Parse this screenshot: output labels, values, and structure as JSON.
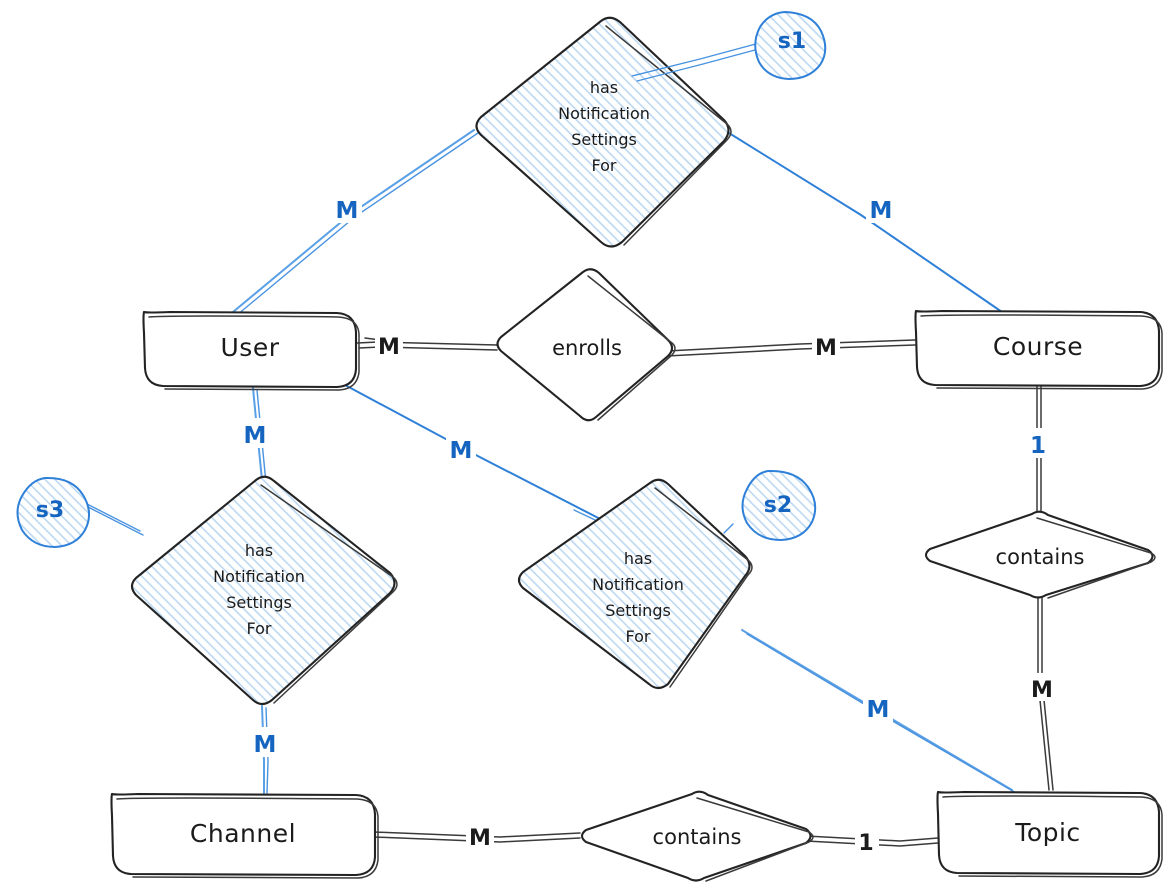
{
  "diagram": {
    "title": "ER Diagram",
    "background": "#ffffff",
    "colors": {
      "sketch_stroke": "#232323",
      "accent_blue": "#2f80d8",
      "light_blue": "#5aa0e6",
      "hatch_fill": "#bcd8f2",
      "note_text": "#1565c0",
      "entity_text": "#1b1b1b"
    }
  },
  "entities": [
    {
      "id": "user",
      "label": "User",
      "shape": "rounded-rectangle"
    },
    {
      "id": "course",
      "label": "Course",
      "shape": "rounded-rectangle"
    },
    {
      "id": "channel",
      "label": "Channel",
      "shape": "rounded-rectangle"
    },
    {
      "id": "topic",
      "label": "Topic",
      "shape": "rounded-rectangle"
    }
  ],
  "relationships": [
    {
      "id": "hns1",
      "label": "has\nNotification\nSettings\nFor",
      "lines": [
        "has",
        "Notification",
        "Settings",
        "For"
      ],
      "shape": "diamond",
      "style": "hatched",
      "note": "s1"
    },
    {
      "id": "enrolls",
      "label": "enrolls",
      "lines": [
        "enrolls"
      ],
      "shape": "diamond",
      "style": "plain",
      "note": null
    },
    {
      "id": "hns3",
      "label": "has\nNotification\nSettings\nFor",
      "lines": [
        "has",
        "Notification",
        "Settings",
        "For"
      ],
      "shape": "diamond",
      "style": "hatched",
      "note": "s3"
    },
    {
      "id": "hns2",
      "label": "has\nNotification\nSettings\nFor",
      "lines": [
        "has",
        "Notification",
        "Settings",
        "For"
      ],
      "shape": "diamond",
      "style": "hatched",
      "note": "s2"
    },
    {
      "id": "contains_course_topic",
      "label": "contains",
      "lines": [
        "contains"
      ],
      "shape": "diamond",
      "style": "plain",
      "note": null
    },
    {
      "id": "contains_channel_topic",
      "label": "contains",
      "lines": [
        "contains"
      ],
      "shape": "diamond",
      "style": "plain",
      "note": null
    }
  ],
  "notes": [
    {
      "id": "s1",
      "label": "s1",
      "shape": "circle",
      "style": "hatched"
    },
    {
      "id": "s2",
      "label": "s2",
      "shape": "circle",
      "style": "hatched"
    },
    {
      "id": "s3",
      "label": "s3",
      "shape": "circle",
      "style": "hatched"
    }
  ],
  "edges": [
    {
      "id": "e-user-hns1",
      "from": "user",
      "to": "hns1",
      "cardinality": "M",
      "color": "blue"
    },
    {
      "id": "e-hns1-course",
      "from": "hns1",
      "to": "course",
      "cardinality": "M",
      "color": "blue"
    },
    {
      "id": "e-user-enrolls",
      "from": "user",
      "to": "enrolls",
      "cardinality": "M",
      "color": "black"
    },
    {
      "id": "e-enrolls-course",
      "from": "enrolls",
      "to": "course",
      "cardinality": "M",
      "color": "black"
    },
    {
      "id": "e-user-hns3",
      "from": "user",
      "to": "hns3",
      "cardinality": "M",
      "color": "blue"
    },
    {
      "id": "e-hns3-channel",
      "from": "hns3",
      "to": "channel",
      "cardinality": "M",
      "color": "blue"
    },
    {
      "id": "e-user-hns2",
      "from": "user",
      "to": "hns2",
      "cardinality": "M",
      "color": "blue"
    },
    {
      "id": "e-hns2-topic",
      "from": "hns2",
      "to": "topic",
      "cardinality": "M",
      "color": "blue"
    },
    {
      "id": "e-course-contains",
      "from": "course",
      "to": "contains_course_topic",
      "cardinality": "1",
      "color": "blue"
    },
    {
      "id": "e-contains-topic",
      "from": "contains_course_topic",
      "to": "topic",
      "cardinality": "M",
      "color": "black"
    },
    {
      "id": "e-channel-contains",
      "from": "channel",
      "to": "contains_channel_topic",
      "cardinality": "M",
      "color": "black"
    },
    {
      "id": "e-contains2-topic",
      "from": "contains_channel_topic",
      "to": "topic",
      "cardinality": "1",
      "color": "black"
    }
  ],
  "cardinality_labels": {
    "user_hns1": "M",
    "hns1_course": "M",
    "user_enrolls": "M",
    "enrolls_course": "M",
    "user_hns3": "M",
    "hns3_channel": "M",
    "user_hns2": "M",
    "hns2_topic": "M",
    "course_contains": "1",
    "contains_topic": "M",
    "channel_contains": "M",
    "contains2_topic": "1"
  }
}
